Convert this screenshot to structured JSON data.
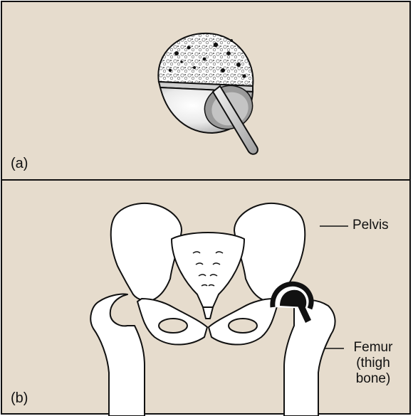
{
  "panel_a": {
    "label": "(a)"
  },
  "panel_b": {
    "label": "(b)",
    "callouts": {
      "pelvis": "Pelvis",
      "femur_line1": "Femur",
      "femur_line2": "(thigh",
      "femur_line3": "bone)"
    }
  },
  "colors": {
    "background": "#e6dccd",
    "border": "#111111",
    "bone_fill": "#ffffff",
    "implant_metal": "#cfcfcf",
    "implant_shadow": "#8a8a8a",
    "implant_dark": "#111111"
  }
}
